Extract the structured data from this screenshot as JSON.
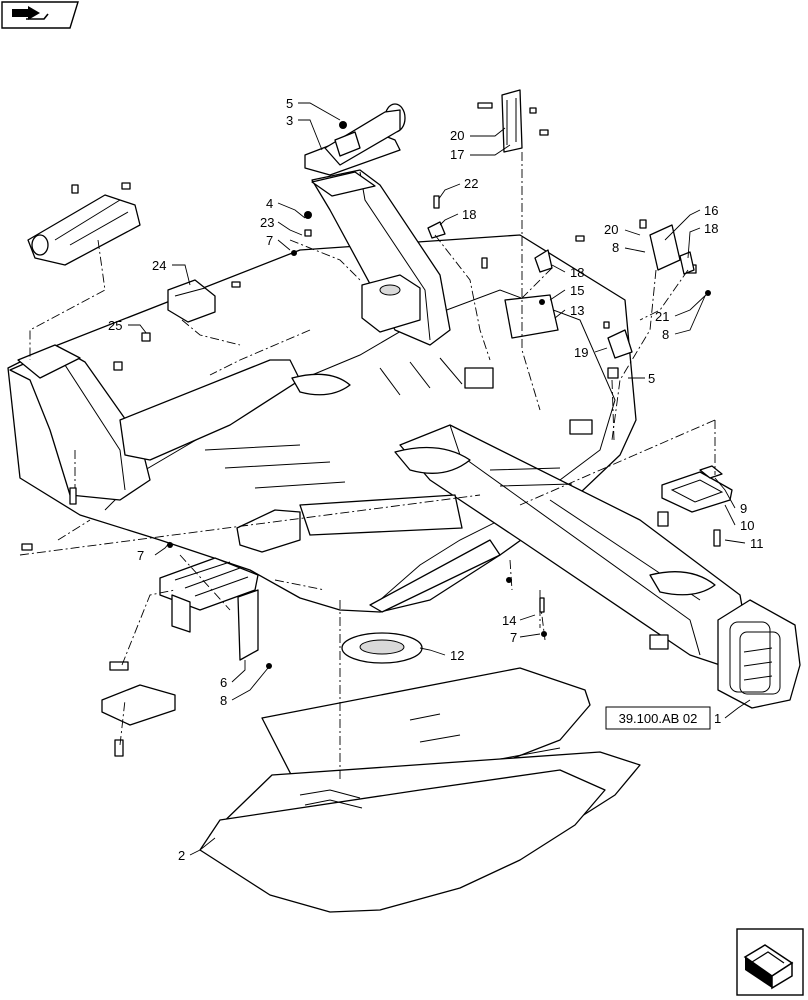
{
  "diagram": {
    "reference_box": "39.100.AB 02",
    "callouts": [
      {
        "id": "c5a",
        "label": "5"
      },
      {
        "id": "c3",
        "label": "3"
      },
      {
        "id": "c20a",
        "label": "20"
      },
      {
        "id": "c17",
        "label": "17"
      },
      {
        "id": "c22",
        "label": "22"
      },
      {
        "id": "c4",
        "label": "4"
      },
      {
        "id": "c18a",
        "label": "18"
      },
      {
        "id": "c23",
        "label": "23"
      },
      {
        "id": "c7a",
        "label": "7"
      },
      {
        "id": "c16",
        "label": "16"
      },
      {
        "id": "c20b",
        "label": "20"
      },
      {
        "id": "c18b",
        "label": "18"
      },
      {
        "id": "c8a",
        "label": "8"
      },
      {
        "id": "c24",
        "label": "24"
      },
      {
        "id": "c18c",
        "label": "18"
      },
      {
        "id": "c15",
        "label": "15"
      },
      {
        "id": "c13",
        "label": "13"
      },
      {
        "id": "c21",
        "label": "21"
      },
      {
        "id": "c8b",
        "label": "8"
      },
      {
        "id": "c25",
        "label": "25"
      },
      {
        "id": "c19",
        "label": "19"
      },
      {
        "id": "c5b",
        "label": "5"
      },
      {
        "id": "c9",
        "label": "9"
      },
      {
        "id": "c10",
        "label": "10"
      },
      {
        "id": "c11",
        "label": "11"
      },
      {
        "id": "c7b",
        "label": "7"
      },
      {
        "id": "c14",
        "label": "14"
      },
      {
        "id": "c7c",
        "label": "7"
      },
      {
        "id": "c12",
        "label": "12"
      },
      {
        "id": "c6",
        "label": "6"
      },
      {
        "id": "c8c",
        "label": "8"
      },
      {
        "id": "c1",
        "label": "1"
      },
      {
        "id": "c2",
        "label": "2"
      }
    ]
  }
}
